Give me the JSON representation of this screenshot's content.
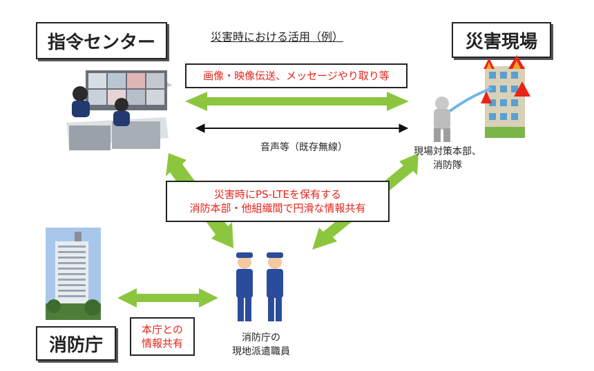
{
  "title": "災害時における活用（例）",
  "nodes": {
    "command_center": "指令センター",
    "disaster_site": "災害現場",
    "fdma": "消防庁"
  },
  "labels": {
    "video_transfer": "画像・映像伝送、メッセージやり取り等",
    "voice": "音声等（既存無線）",
    "site_hq_line1": "現場対策本部、",
    "site_hq_line2": "消防隊",
    "share_line1": "災害時にPS-LTEを保有する",
    "share_line2": "消防本部・他組織間で円滑な情報共有",
    "hq_share_line1": "本庁との",
    "hq_share_line2": "情報共有",
    "dispatched_line1": "消防庁の",
    "dispatched_line2": "現地派遣職員"
  },
  "colors": {
    "arrow_green": "#8cc63f",
    "highlight_red": "#e8231a"
  }
}
